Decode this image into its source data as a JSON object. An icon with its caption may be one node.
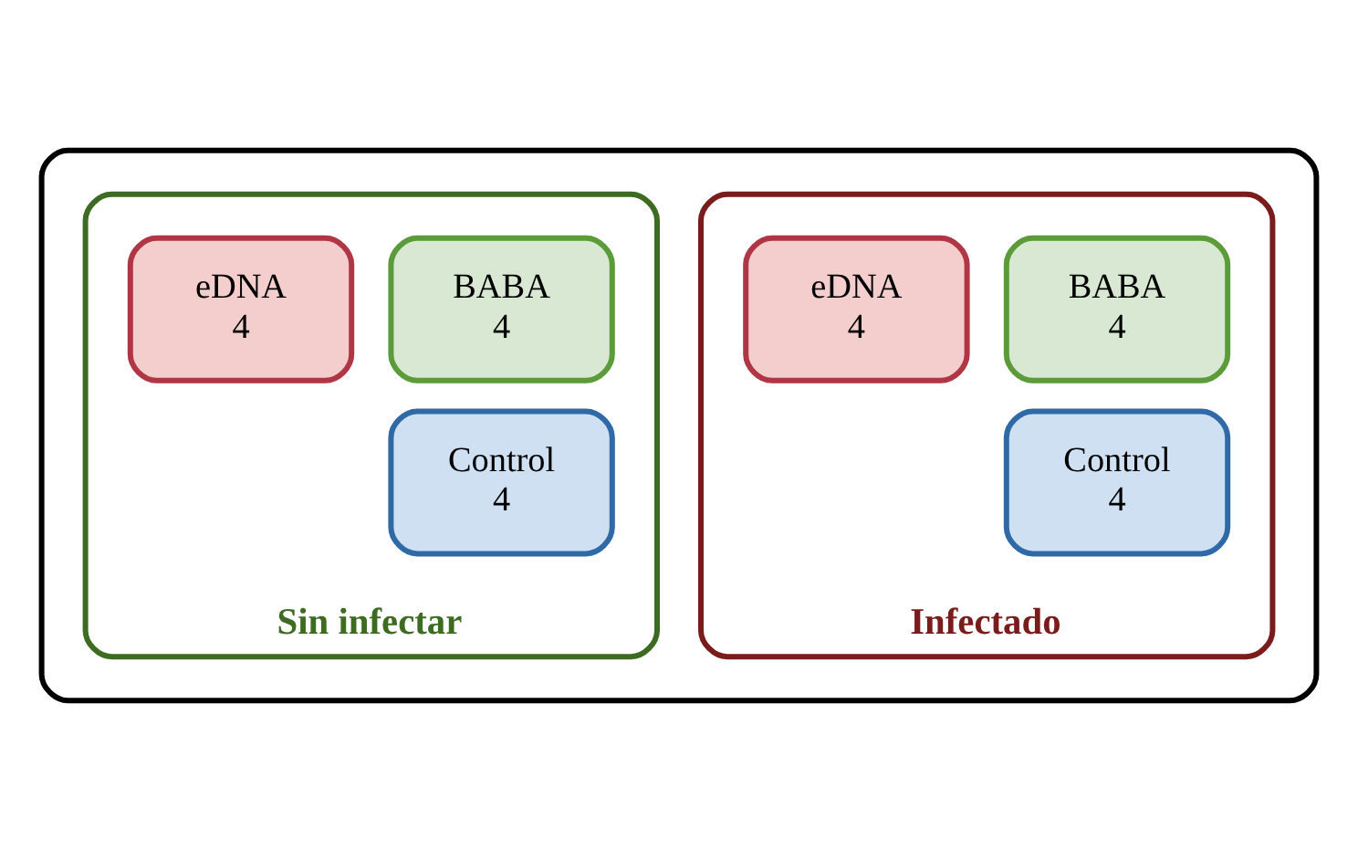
{
  "diagram": {
    "nodes": [
      {
        "text": [],
        "shape": "box"
      },
      {
        "text": [
          "Infectado"
        ],
        "in": 0
      },
      {
        "text": [
          "BABA",
          "4"
        ],
        "in": 1
      },
      {
        "text": [
          "eDNA",
          "4"
        ],
        "in": 1
      },
      {
        "text": [
          "Control",
          "4"
        ],
        "in": 1
      },
      {
        "text": [
          "Sin infectar"
        ],
        "in": 0
      },
      {
        "text": [
          "BABA",
          "4"
        ],
        "in": 5
      },
      {
        "text": [
          "eDNA",
          "4"
        ],
        "in": 5
      },
      {
        "text": [
          "Control",
          "4"
        ],
        "in": 5
      }
    ],
    "edges": []
  }
}
